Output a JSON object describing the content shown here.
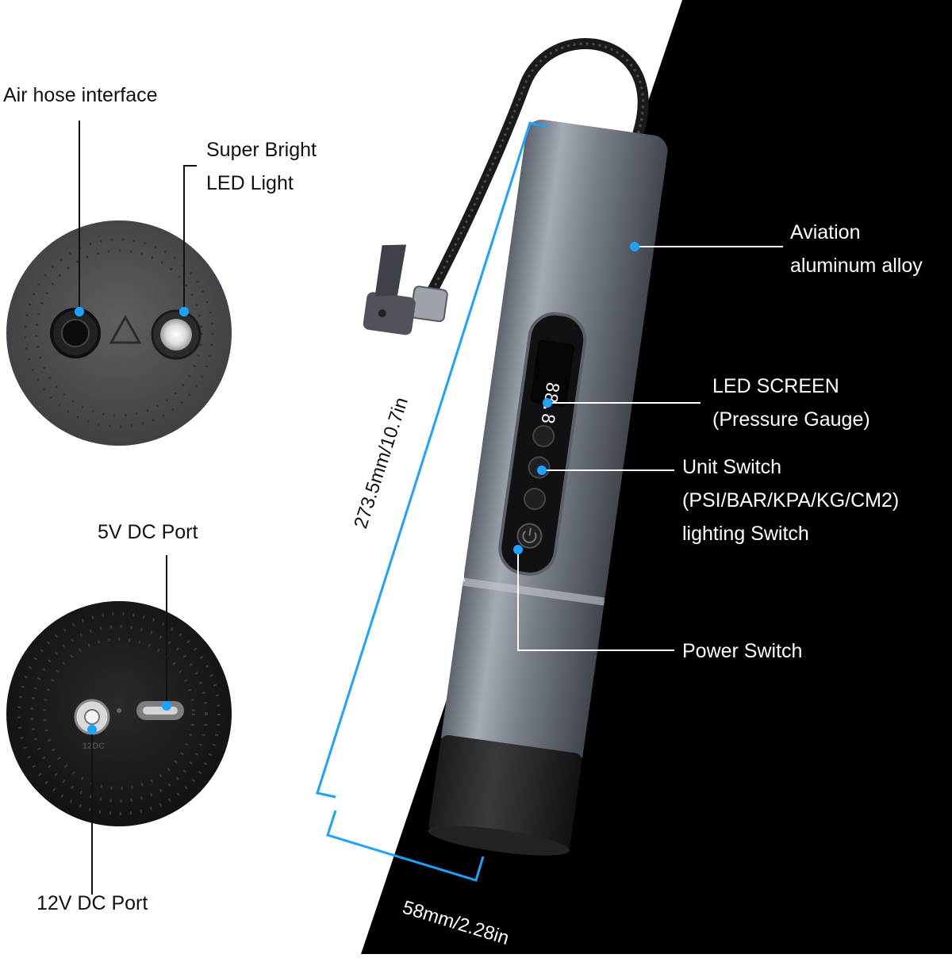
{
  "labels": {
    "air_hose": "Air hose interface",
    "led_light_1": "Super Bright",
    "led_light_2": "LED Light",
    "dc5v": "5V DC Port",
    "dc12v": "12V DC Port",
    "aviation_1": "Aviation",
    "aviation_2": "aluminum alloy",
    "led_screen_1": "LED SCREEN",
    "led_screen_2": "(Pressure  Gauge)",
    "unit_switch_1": "Unit Switch",
    "unit_switch_2": "(PSI/BAR/KPA/KG/CM2)",
    "unit_switch_3": "lighting Switch",
    "power_switch": "Power Switch"
  },
  "dimensions": {
    "length": "273.5mm/10.7in",
    "diameter": "58mm/2.28in"
  },
  "screen_readout": "88.8",
  "port_marking": "12DC",
  "colors": {
    "accent": "#1aa3ff",
    "background_dark": "#000000",
    "body_metal": "#8a8f98"
  }
}
